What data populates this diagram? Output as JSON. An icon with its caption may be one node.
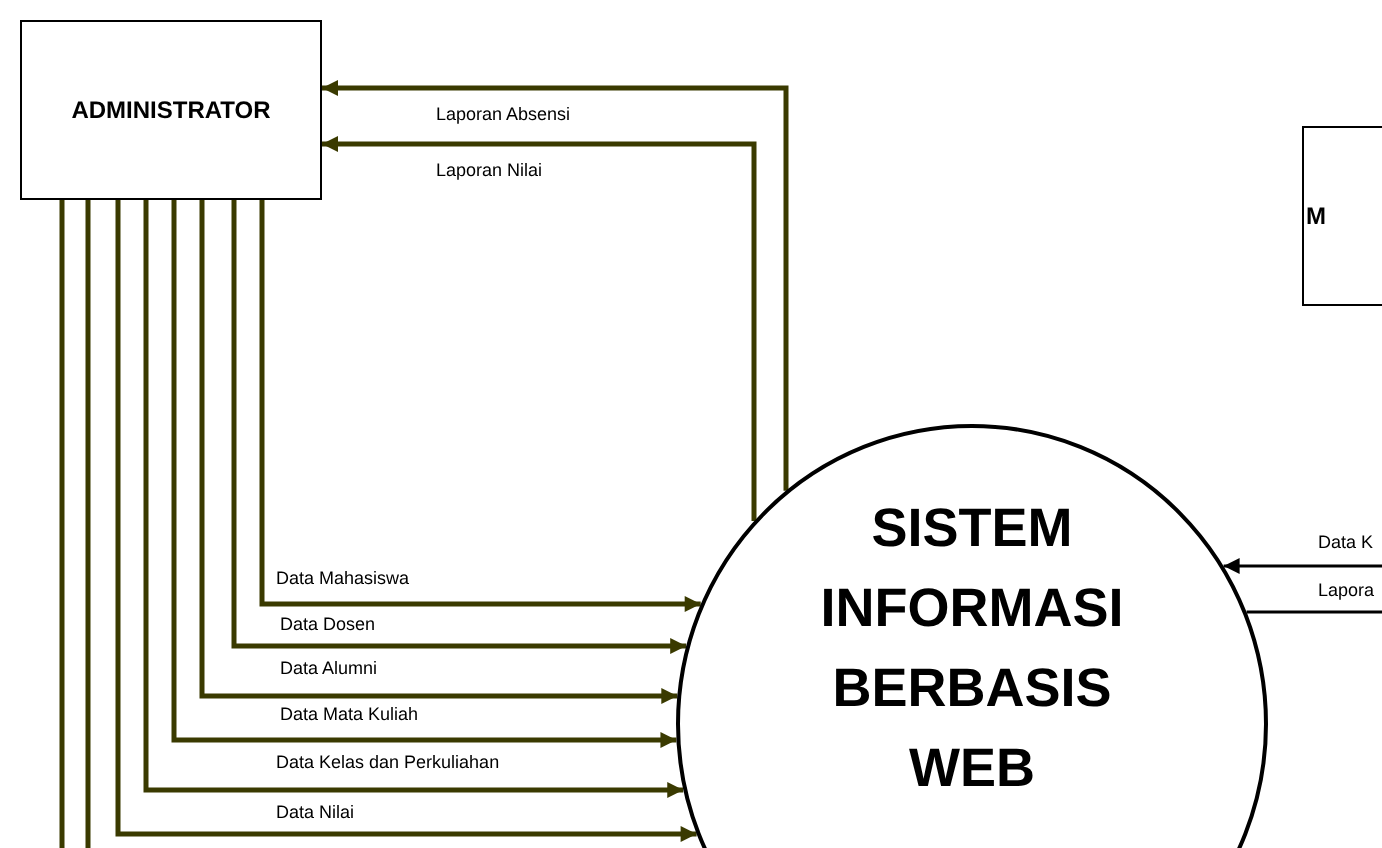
{
  "diagram": {
    "nodes": [
      {
        "text": [
          "ADMINISTRATOR"
        ]
      },
      {
        "text": [
          "SISTEM INFORMASI BERBASIS WEB"
        ]
      },
      {
        "text": [
          "M"
        ]
      }
    ],
    "edges": [
      {
        "from": 1,
        "to": 0,
        "arrow": "to",
        "label": "Laporan Absensi"
      },
      {
        "from": 1,
        "to": 0,
        "arrow": "to",
        "label": "Laporan Nilai"
      },
      {
        "from": 0,
        "to": 1,
        "arrow": "to",
        "label": "Data Mahasiswa"
      },
      {
        "from": 0,
        "to": 1,
        "arrow": "to",
        "label": "Data Dosen"
      },
      {
        "from": 0,
        "to": 1,
        "arrow": "to",
        "label": "Data Alumni"
      },
      {
        "from": 0,
        "to": 1,
        "arrow": "to",
        "label": "Data Mata Kuliah"
      },
      {
        "from": 0,
        "to": 1,
        "arrow": "to",
        "label": "Data Kelas dan Perkuliahan"
      },
      {
        "from": 0,
        "to": 1,
        "arrow": "to",
        "label": "Data Nilai"
      },
      {
        "from": 0,
        "to": null,
        "arrow": "none"
      },
      {
        "from": 0,
        "to": null,
        "arrow": "none"
      },
      {
        "from": null,
        "to": 1,
        "arrow": "to",
        "label": "Data K",
        "color": "#000000"
      },
      {
        "from": 1,
        "to": null,
        "arrow": "none",
        "label": "Lapora",
        "color": "#000000"
      }
    ]
  }
}
